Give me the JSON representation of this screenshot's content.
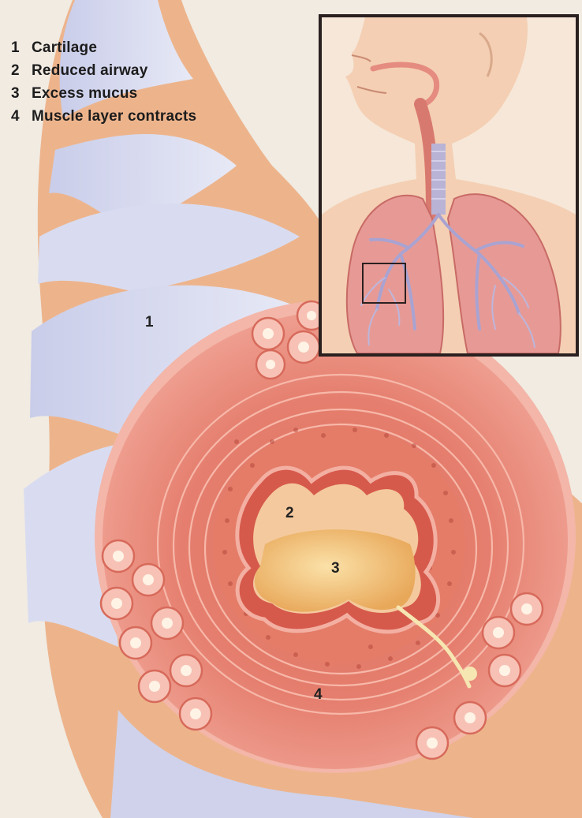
{
  "legend": [
    {
      "number": "1",
      "label": "Cartilage"
    },
    {
      "number": "2",
      "label": "Reduced airway"
    },
    {
      "number": "3",
      "label": "Excess mucus"
    },
    {
      "number": "4",
      "label": "Muscle layer contracts"
    }
  ],
  "callouts": {
    "cartilage": "1",
    "airway": "2",
    "mucus": "3",
    "muscle": "4"
  },
  "colors": {
    "background": "#f1ebe2",
    "cartilage": "#d9dcf0",
    "tissue": "#e98a7c",
    "muscle": "#dd6a5c",
    "mucus": "#f2c27a",
    "lung": "#e79a95",
    "frame": "#2a2020"
  }
}
